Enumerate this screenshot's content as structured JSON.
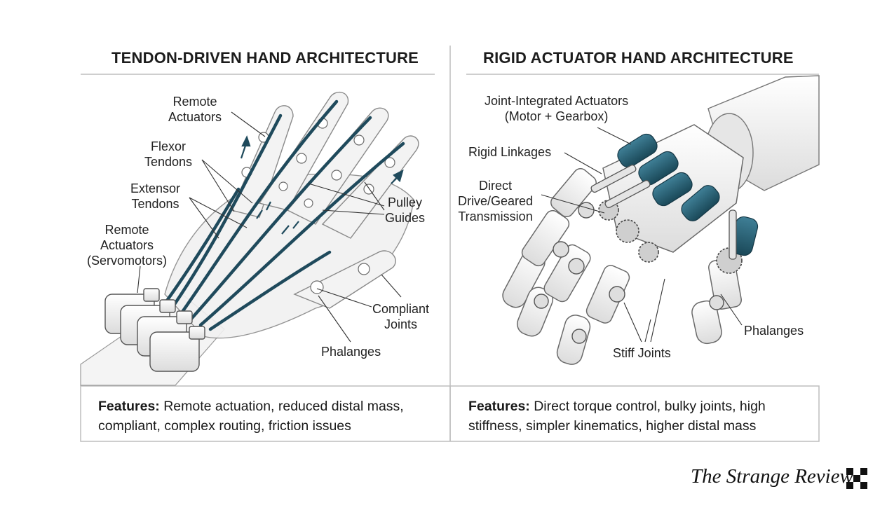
{
  "left_panel": {
    "title": "TENDON-DRIVEN HAND ARCHITECTURE",
    "labels": {
      "remote_actuators_top": "Remote\nActuators",
      "flexor_tendons": "Flexor\nTendons",
      "extensor_tendons": "Extensor\nTendons",
      "remote_actuators_servo": "Remote\nActuators\n(Servomotors)",
      "pulley_guides": "Pulley\nGuides",
      "compliant_joints": "Compliant\nJoints",
      "phalanges": "Phalanges"
    },
    "features_label": "Features:",
    "features_text": " Remote actuation, reduced distal mass, compliant, complex routing, friction issues"
  },
  "right_panel": {
    "title": "RIGID ACTUATOR HAND ARCHITECTURE",
    "labels": {
      "joint_integrated": "Joint-Integrated Actuators\n(Motor + Gearbox)",
      "rigid_linkages": "Rigid Linkages",
      "direct_drive": "Direct\nDrive/Geared\nTransmission",
      "stiff_joints": "Stiff Joints",
      "phalanges": "Phalanges"
    },
    "features_label": "Features:",
    "features_text": " Direct torque control, bulky joints, high stiffness, simpler kinematics, higher distal mass"
  },
  "brand": {
    "name": "The Strange Review",
    "icon": "checker-logo-icon"
  },
  "colors": {
    "tendon": "#1f4a5c",
    "actuator": "#235d72",
    "outline": "#555555",
    "frame": "#bdbdbd"
  }
}
